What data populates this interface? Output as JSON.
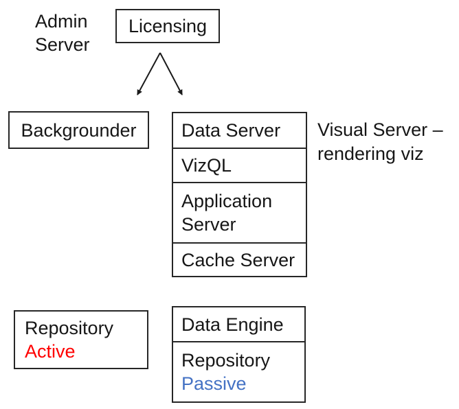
{
  "diagram": {
    "admin_label": {
      "line1": "Admin",
      "line2": "Server"
    },
    "licensing": {
      "label": "Licensing"
    },
    "backgrounder": {
      "label": "Backgrounder"
    },
    "visual_stack": {
      "rows": [
        "Data Server",
        "VizQL",
        "Application Server",
        "Cache Server"
      ]
    },
    "visual_annotation": {
      "line1": "Visual Server –",
      "line2": "rendering viz"
    },
    "repository_active": {
      "title": "Repository",
      "status": "Active"
    },
    "bottom_stack": {
      "data_engine": "Data Engine",
      "repository": "Repository",
      "status": "Passive"
    },
    "colors": {
      "active_status": "#ff0000",
      "passive_status": "#4472c4",
      "border": "#262626",
      "text": "#161616",
      "background": "#ffffff"
    }
  }
}
